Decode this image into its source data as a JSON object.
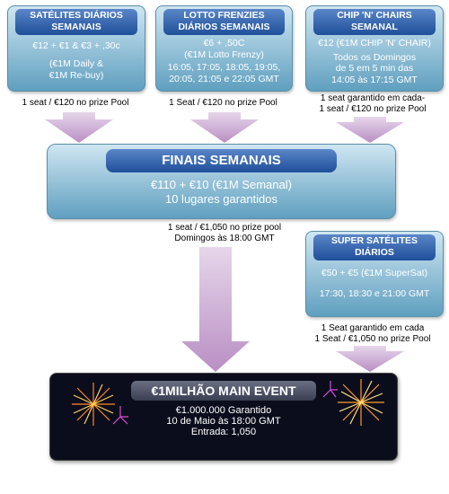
{
  "satelites": {
    "title": "SATÉLITES DIÁRIOS SEMANAIS",
    "line1": "€12 + €1 & €3 + ,30c",
    "line2": "(€1M Daily &",
    "line3": "€1M Re-buy)",
    "note": "1 seat / €120 no prize Pool"
  },
  "lotto": {
    "title": "LOTTO FRENZIES DIÁRIOS SEMANAIS",
    "line1": "€6 + ,50C",
    "line2": "(€1M Lotto Frenzy)",
    "line3": "16:05, 17:05, 18:05, 19:05,",
    "line4": "20:05, 21:05 e 22:05 GMT",
    "note": "1 Seat / €120 no prize Pool"
  },
  "chip": {
    "title": "CHIP 'N' CHAIRS SEMANAL",
    "line1": "€12 (€1M CHIP 'N' CHAIR)",
    "line2": "Todos os Domingos",
    "line3": "de 5 em 5 min das",
    "line4": "14:05 às 17:15 GMT",
    "note1": "1 seat garantido em cada-",
    "note2": "1 seat / €120 no prize Pool"
  },
  "finais": {
    "title": "FINAIS SEMANAIS",
    "line1": "€110 + €10 (€1M Semanal)",
    "line2": "10 lugares garantidos",
    "note1": "1 seat / €1,050 no prize pool",
    "note2": "Domingos às 18:00 GMT"
  },
  "super": {
    "title": "SUPER SATÉLITES DIÁRIOS",
    "line1": "€50 + €5 (€1M SuperSat)",
    "line2": "17:30, 18:30 e 21:00 GMT",
    "note1": "1 Seat garantido em cada",
    "note2": "1 Seat / €1,050 no prize Pool"
  },
  "main_event": {
    "title": "€1MILHÃO MAIN EVENT",
    "line1": "€1.000.000 Garantido",
    "line2": "10 de Maio às 18:00 GMT",
    "line3": "Entrada:  1,050"
  },
  "colors": {
    "box_light": "#cfe6f2",
    "box_dark": "#5f9fbf",
    "header_blue": "#1f4f9a",
    "arrow_purple": "#c8a9cf",
    "main_bg": "#0b0d1c"
  }
}
